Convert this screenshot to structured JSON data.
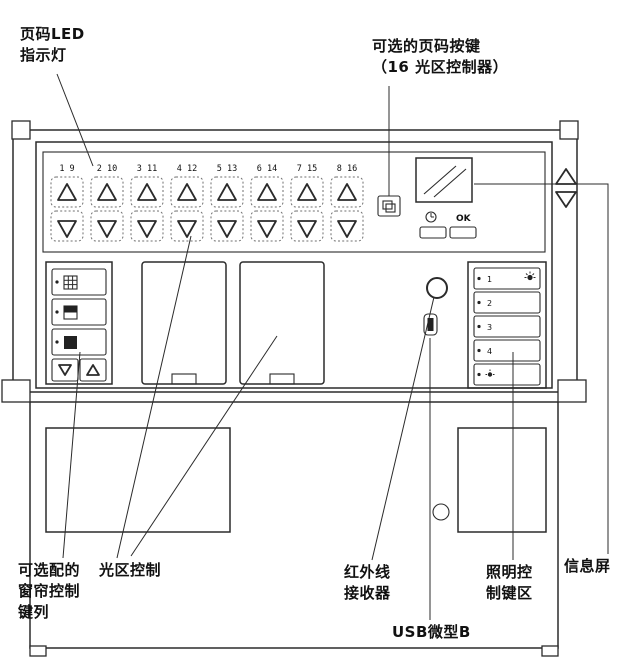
{
  "colors": {
    "ink": "#2b2b2b",
    "background": "#ffffff"
  },
  "callouts": {
    "page_led": [
      "页码LED",
      "指示灯"
    ],
    "page_buttons": [
      "可选的页码按键",
      "（16 光区控制器）"
    ],
    "curtain": [
      "可选配的",
      "窗帘控制",
      "键列"
    ],
    "zone": [
      "光区控制"
    ],
    "ir": [
      "红外线",
      "接收器"
    ],
    "usb": [
      "USB微型B"
    ],
    "lighting": [
      "照明控",
      "制键区"
    ],
    "info": [
      "信息屏"
    ]
  },
  "strip": {
    "pairs": [
      "1 9",
      "2 10",
      "3 11",
      "4 12",
      "5 13",
      "6 14",
      "7 15",
      "8 16"
    ]
  },
  "display": {
    "ok": "OK"
  },
  "keypad": {
    "buttons": [
      "1",
      "2",
      "3",
      "4"
    ]
  },
  "icons": {
    "page_button": "pages-icon",
    "clock": "clock-icon",
    "screen": "display-screen",
    "screen_arrows": "screen-up-down-icons",
    "shade_open": "shade-open-icon",
    "shade_half": "shade-half-icon",
    "shade_closed": "shade-closed-icon",
    "raise": "triangle-up-icon",
    "lower": "triangle-down-icon",
    "lamp_bright": "lamp-bright-icon",
    "lamp_dim": "lamp-dim-icon",
    "ir": "ir-receiver-icon",
    "usb": "usb-micro-b-icon"
  }
}
